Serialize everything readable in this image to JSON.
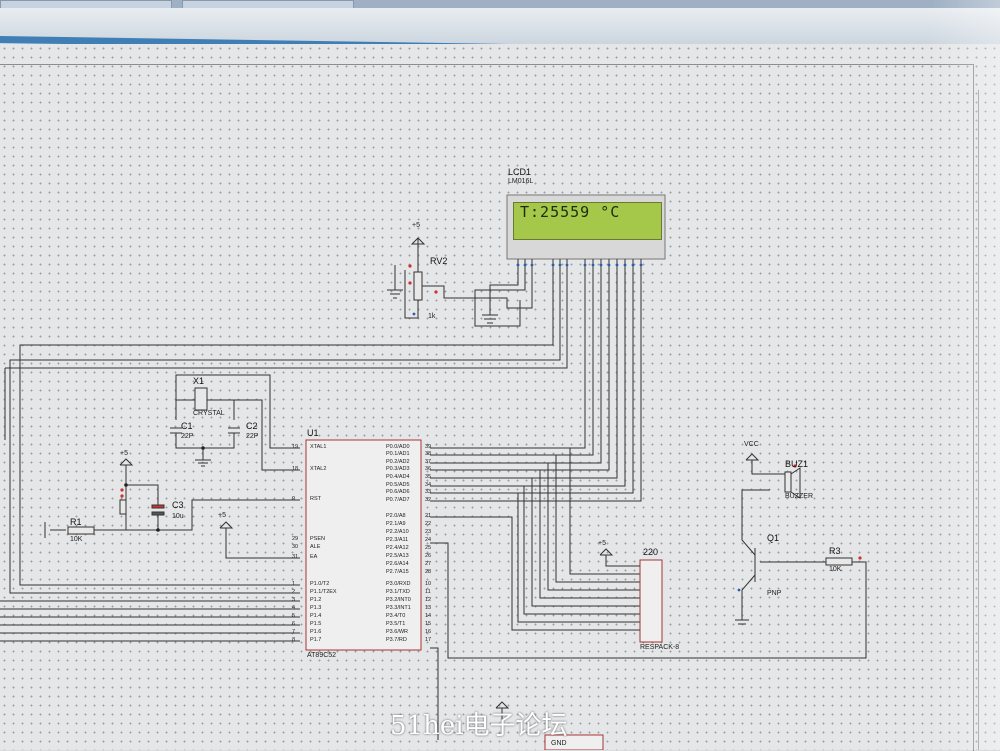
{
  "lcd": {
    "ref": "LCD1",
    "model": "LM016L",
    "display_text": "T:25559 °C"
  },
  "rv2": {
    "ref": "RV2",
    "value": "1k",
    "supply": "+5"
  },
  "crystal": {
    "ref": "X1",
    "type": "CRYSTAL"
  },
  "c1": {
    "ref": "C1",
    "value": "22P"
  },
  "c2": {
    "ref": "C2",
    "value": "22P"
  },
  "c3": {
    "ref": "C3",
    "value": "10u"
  },
  "r1": {
    "ref": "R1",
    "value": "10K"
  },
  "supply_reset": "+5",
  "supply_ea": "+5",
  "mcu": {
    "ref": "U1",
    "part": "AT89C52",
    "left_pins": [
      {
        "num": "19",
        "name": "XTAL1"
      },
      {
        "num": "18",
        "name": "XTAL2"
      },
      {
        "num": "9",
        "name": "RST"
      },
      {
        "num": "29",
        "name": "PSEN"
      },
      {
        "num": "30",
        "name": "ALE"
      },
      {
        "num": "31",
        "name": "EA"
      },
      {
        "num": "1",
        "name": "P1.0/T2"
      },
      {
        "num": "2",
        "name": "P1.1/T2EX"
      },
      {
        "num": "3",
        "name": "P1.2"
      },
      {
        "num": "4",
        "name": "P1.3"
      },
      {
        "num": "5",
        "name": "P1.4"
      },
      {
        "num": "6",
        "name": "P1.5"
      },
      {
        "num": "7",
        "name": "P1.6"
      },
      {
        "num": "8",
        "name": "P1.7"
      }
    ],
    "right_pins": [
      {
        "num": "39",
        "name": "P0.0/AD0"
      },
      {
        "num": "38",
        "name": "P0.1/AD1"
      },
      {
        "num": "37",
        "name": "P0.2/AD2"
      },
      {
        "num": "36",
        "name": "P0.3/AD3"
      },
      {
        "num": "35",
        "name": "P0.4/AD4"
      },
      {
        "num": "34",
        "name": "P0.5/AD5"
      },
      {
        "num": "33",
        "name": "P0.6/AD6"
      },
      {
        "num": "32",
        "name": "P0.7/AD7"
      },
      {
        "num": "21",
        "name": "P2.0/A8"
      },
      {
        "num": "22",
        "name": "P2.1/A9"
      },
      {
        "num": "23",
        "name": "P2.2/A10"
      },
      {
        "num": "24",
        "name": "P2.3/A11"
      },
      {
        "num": "25",
        "name": "P2.4/A12"
      },
      {
        "num": "26",
        "name": "P2.5/A13"
      },
      {
        "num": "27",
        "name": "P2.6/A14"
      },
      {
        "num": "28",
        "name": "P2.7/A15"
      },
      {
        "num": "10",
        "name": "P3.0/RXD"
      },
      {
        "num": "11",
        "name": "P3.1/TXD"
      },
      {
        "num": "12",
        "name": "P3.2/INT0"
      },
      {
        "num": "13",
        "name": "P3.3/INT1"
      },
      {
        "num": "14",
        "name": "P3.4/T0"
      },
      {
        "num": "15",
        "name": "P3.5/T1"
      },
      {
        "num": "16",
        "name": "P3.6/WR"
      },
      {
        "num": "17",
        "name": "P3.7/RD"
      }
    ]
  },
  "respack": {
    "ref": "220",
    "part": "RESPACK-8",
    "supply": "+5"
  },
  "buzzer": {
    "ref": "BUZ1",
    "part": "BUZZER",
    "supply": "VCC"
  },
  "q1": {
    "ref": "Q1",
    "type": "PNP"
  },
  "r3": {
    "ref": "R3",
    "value": "10K"
  },
  "sensor_pin": "GND",
  "watermark": "51hei电子论坛"
}
